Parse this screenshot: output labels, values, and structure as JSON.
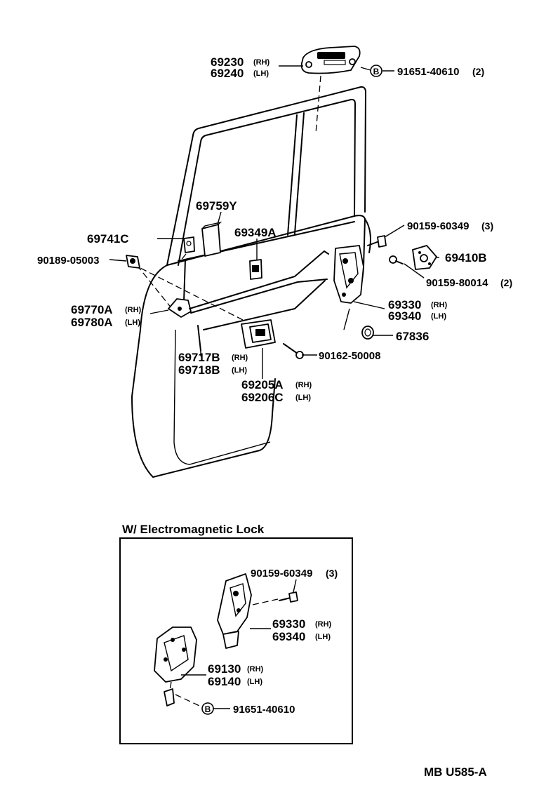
{
  "parts": {
    "outside_handle": {
      "rh": "69230",
      "rh_side": "(RH)",
      "lh": "69240",
      "lh_side": "(LH)"
    },
    "outside_screw": {
      "badge": "B",
      "number": "91651-40610",
      "qty": "(2)"
    },
    "rod_protector": {
      "number": "69759Y"
    },
    "clip_69741c": {
      "number": "69741C"
    },
    "clip_69349a": {
      "number": "69349A"
    },
    "screw_90189": {
      "number": "90189-05003"
    },
    "screw_90159_3": {
      "number": "90159-60349",
      "qty": "(3)"
    },
    "striker": {
      "number": "69410B"
    },
    "screw_90159_2": {
      "number": "90159-80014",
      "qty": "(2)"
    },
    "lock_control": {
      "rh": "69770A",
      "rh_side": "(RH)",
      "lh": "69780A",
      "lh_side": "(LH)"
    },
    "door_lock": {
      "rh": "69330",
      "rh_side": "(RH)",
      "lh": "69340",
      "lh_side": "(LH)"
    },
    "bushing": {
      "number": "67836"
    },
    "lock_rod": {
      "rh": "69717B",
      "rh_side": "(RH)",
      "lh": "69718B",
      "lh_side": "(LH)"
    },
    "inside_screw": {
      "number": "90162-50008"
    },
    "inside_handle": {
      "rh": "69205A",
      "rh_side": "(RH)",
      "lh": "69206C",
      "lh_side": "(LH)"
    }
  },
  "inset": {
    "title": "W/ Electromagnetic Lock",
    "screw": {
      "number": "90159-60349",
      "qty": "(3)"
    },
    "door_lock": {
      "rh": "69330",
      "rh_side": "(RH)",
      "lh": "69340",
      "lh_side": "(LH)"
    },
    "actuator": {
      "rh": "69130",
      "rh_side": "(RH)",
      "lh": "69140",
      "lh_side": "(LH)"
    },
    "badge_screw": {
      "badge": "B",
      "number": "91651-40610"
    }
  },
  "footer": {
    "code": "MB U585-A"
  }
}
